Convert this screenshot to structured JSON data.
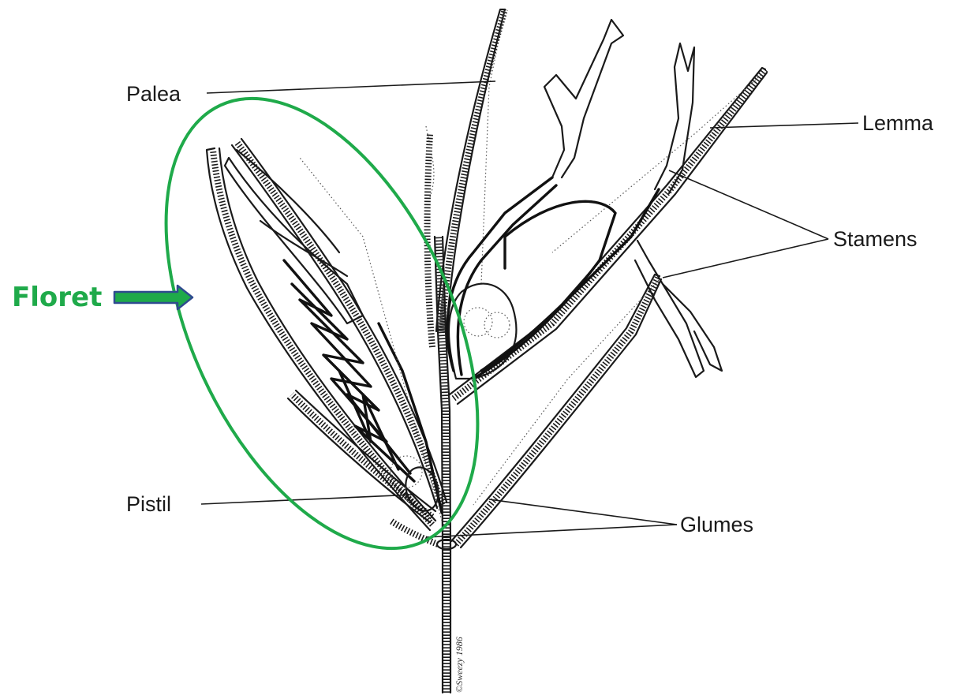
{
  "labels": {
    "palea": "Palea",
    "lemma": "Lemma",
    "stamens": "Stamens",
    "pistil": "Pistil",
    "glumes": "Glumes",
    "floret": "Floret"
  },
  "colors": {
    "highlight": "#1faa4a",
    "arrow_outline": "#2f4b8f",
    "line": "#1a1a1a"
  },
  "signature": "©Sweezy 1986"
}
